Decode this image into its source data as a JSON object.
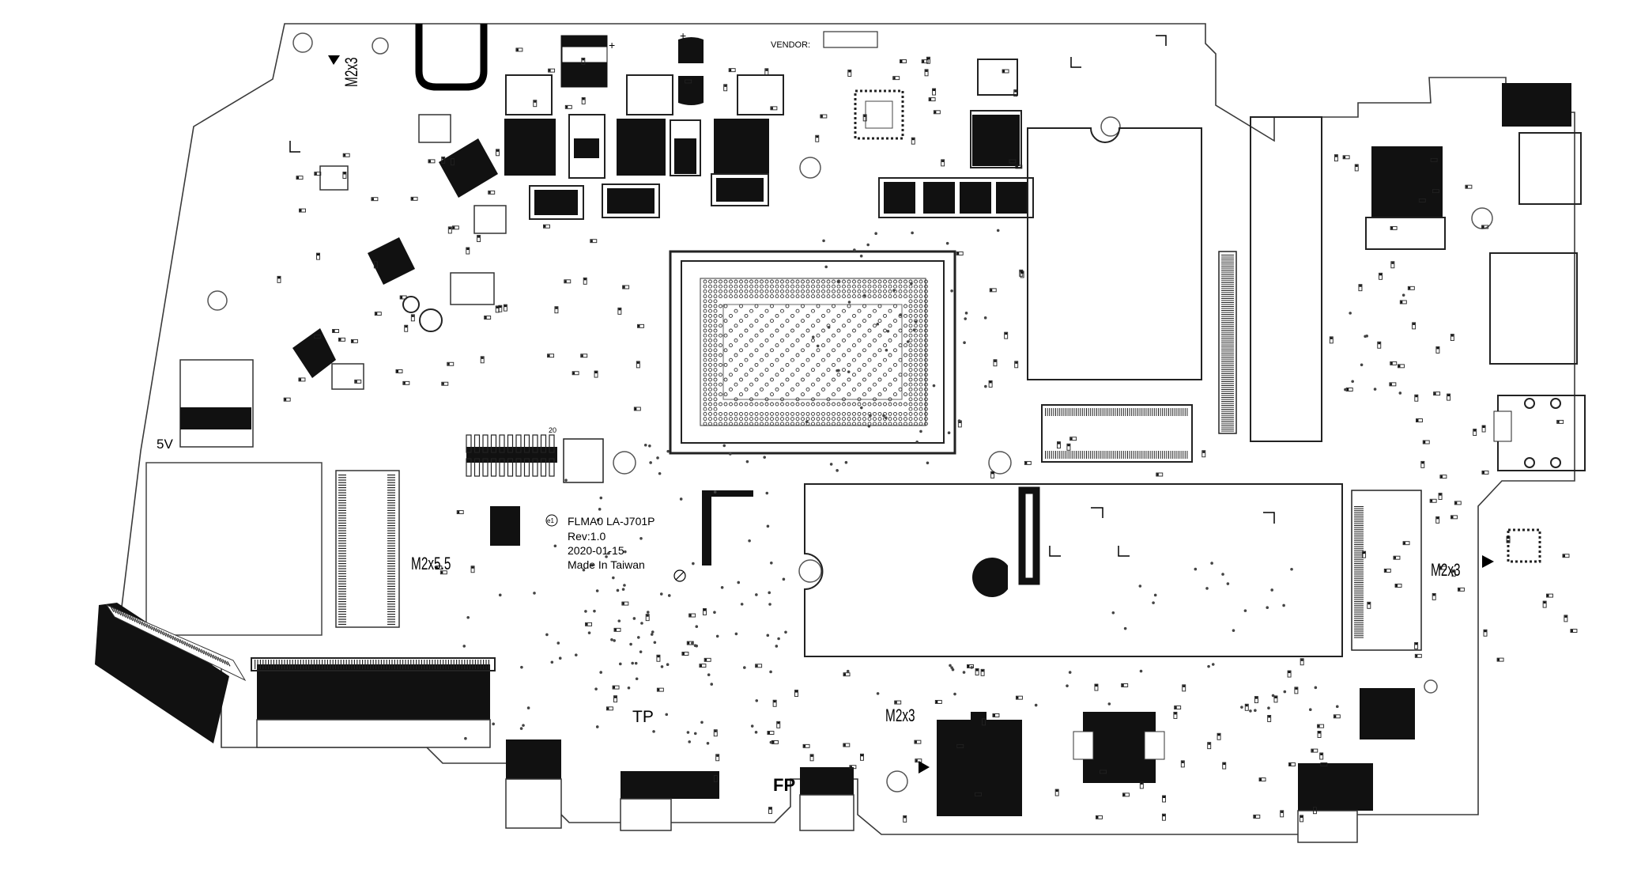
{
  "board": {
    "vendor_label": "VENDOR:",
    "silkscreen": {
      "model": "FLMA0 LA-J701P",
      "revision": "Rev:1.0",
      "date": "2020-01-15",
      "origin": "Made In Taiwan",
      "circled_mark": "e1"
    },
    "screw_labels": {
      "top_left": "M2x3",
      "center_left": "M2x5.5",
      "right": "M2x3",
      "bottom": "M2x3"
    },
    "connector_labels": {
      "five_v": "5V",
      "touchpad": "TP",
      "fingerprint": "FP"
    },
    "ic_markings": {
      "pin_20": "20"
    }
  },
  "colors": {
    "board_outline": "#3a3a3a",
    "silkscreen": "#000000",
    "solder_pad": "#111111",
    "via": "#444444",
    "background": "#ffffff"
  }
}
